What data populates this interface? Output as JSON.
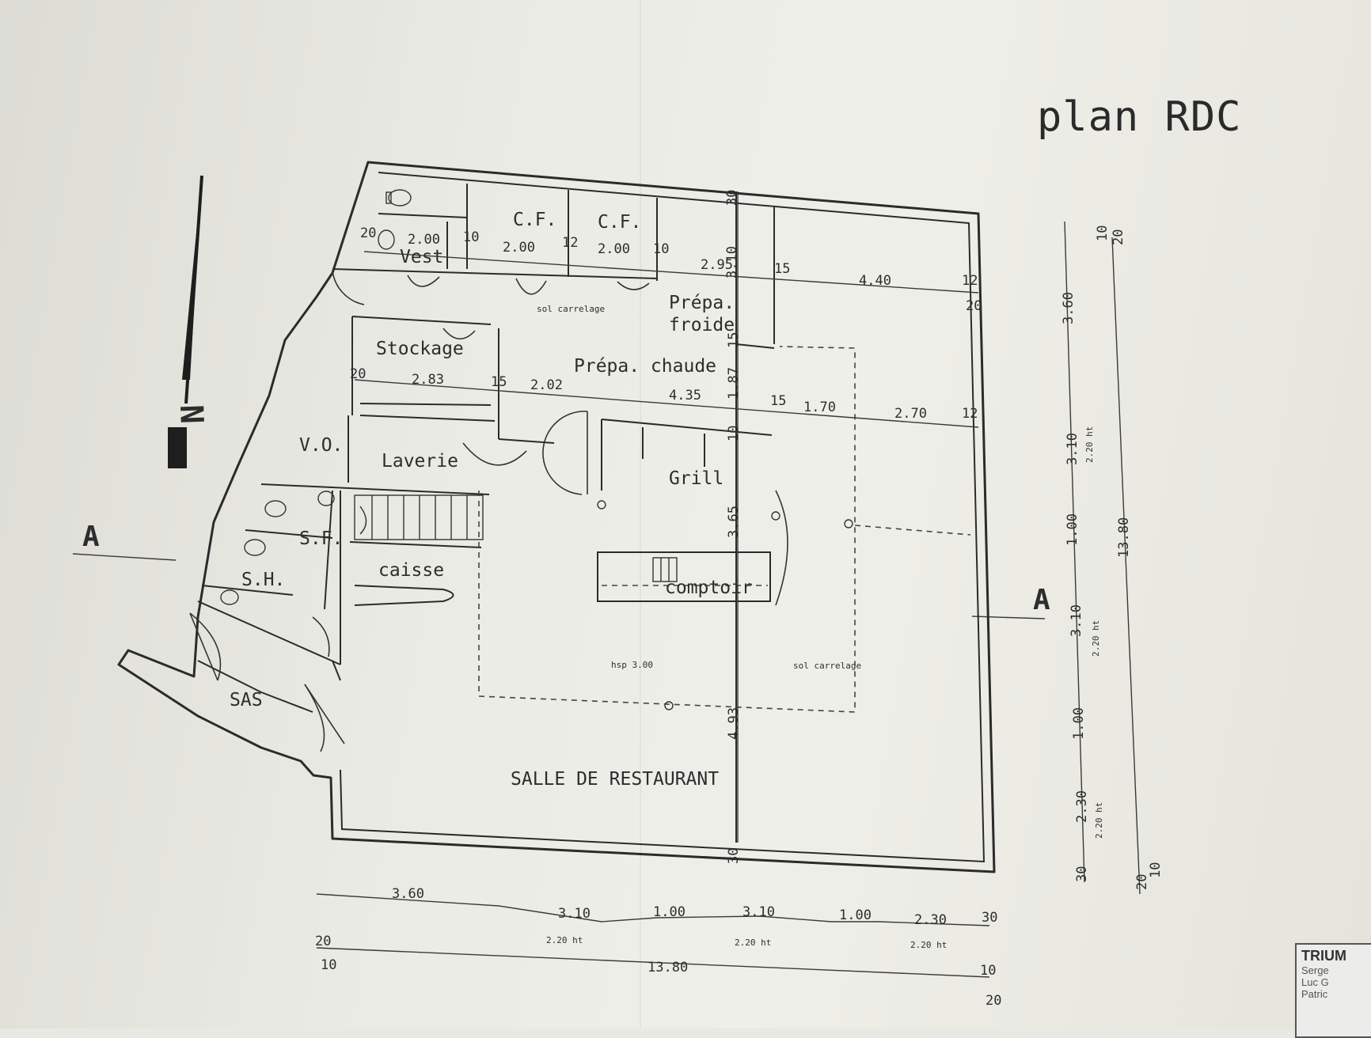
{
  "title": "plan RDC",
  "north": "N",
  "section_label": "A",
  "rooms": {
    "wc": "",
    "vest": "Vest",
    "cf1": "C.F.",
    "cf2": "C.F.",
    "prepa_froide_1": "Prépa.",
    "prepa_froide_2": "froide",
    "stockage": "Stockage",
    "prepa_chaude": "Prépa. chaude",
    "vo": "V.O.",
    "laverie": "Laverie",
    "grill": "Grill",
    "sf": "S.F.",
    "sh": "S.H.",
    "caisse": "caisse",
    "comptoir": "comptoir",
    "sas": "SAS",
    "salle": "SALLE DE RESTAURANT"
  },
  "notes": {
    "sol_carrelage_1": "sol carrelage",
    "sol_carrelage_2": "sol carrelage",
    "hsp": "hsp 3.00"
  },
  "dims_internal": {
    "top_row": [
      "20",
      "2.00",
      "10",
      "2.00",
      "12",
      "2.00",
      "10",
      "2.95",
      "3.10",
      "15",
      "4.40",
      "12",
      "20"
    ],
    "mid_row": [
      "20",
      "2.83",
      "15",
      "2.02",
      "4.35",
      "1.87",
      "15",
      "1.70",
      "2.70",
      "12"
    ],
    "vertical": [
      "30",
      "10",
      "15",
      "3.65",
      "4.93",
      "30"
    ]
  },
  "dims_bottom": {
    "row1": [
      "3.60",
      "3.10",
      "1.00",
      "3.10",
      "1.00",
      "2.30",
      "30"
    ],
    "row1_sub": [
      "2.20 ht",
      "2.20 ht",
      "2.20 ht"
    ],
    "row2_left": [
      "20",
      "10"
    ],
    "row2_total": "13.80",
    "row2_right": [
      "10",
      "20"
    ]
  },
  "dims_right": {
    "row1": [
      "10",
      "3.60",
      "3.10",
      "1.00",
      "3.10",
      "1.00",
      "2.30",
      "30"
    ],
    "row1_sub": [
      "2.20 ht",
      "2.20 ht",
      "2.20 ht"
    ],
    "row2_top": [
      "10",
      "20"
    ],
    "row2_total": "13.80",
    "row2_bottom": [
      "20",
      "10"
    ]
  },
  "title_block": {
    "line1": "TRIUM",
    "line2": "Serge",
    "line3": "Luc G",
    "line4": "Patric"
  }
}
